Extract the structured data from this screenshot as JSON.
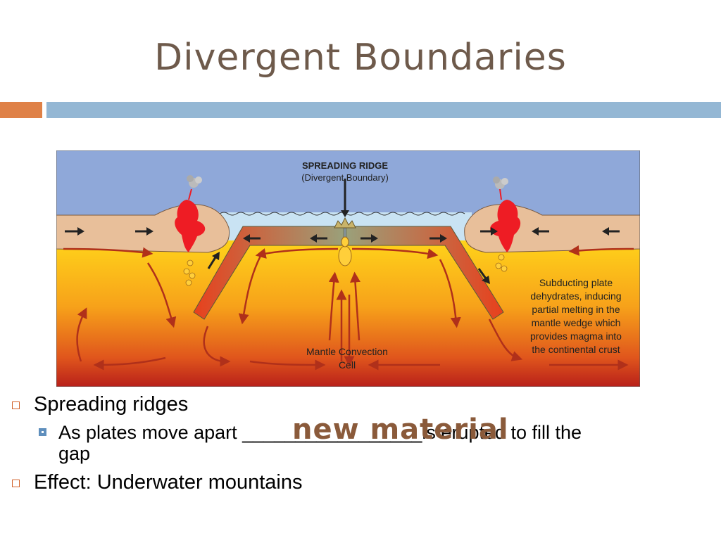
{
  "slide": {
    "title": "Divergent Boundaries"
  },
  "diagram": {
    "label_title": "SPREADING RIDGE",
    "label_subtitle": "(Divergent Boundary)",
    "label_mantle_1": "Mantle Convection",
    "label_mantle_2": "Cell",
    "note_lines": [
      "Subducting plate",
      "dehydrates, inducing",
      "partial melting in the",
      "mantle wedge which",
      "provides magma into",
      "the continental crust"
    ],
    "colors": {
      "sky": "#8fa8d9",
      "ocean": "#c9e3f3",
      "crust": "#e8bf9a",
      "plate": "#9aa07a",
      "magma": "#ee1c24",
      "mantle_top": "#ffd31a",
      "mantle_bottom": "#c8251a"
    }
  },
  "bullets": {
    "item1": "Spreading ridges",
    "sub1_part1": "As plates move apart ",
    "sub1_blank": "_________________",
    "sub1_part2": "is erupted to fill the",
    "sub1_part3": "gap",
    "handwritten": "new material",
    "item2": "Effect: Underwater mountains"
  },
  "theme": {
    "title_color": "#6e5a4b",
    "accent_orange": "#df8147",
    "accent_blue": "#94b7d4"
  }
}
